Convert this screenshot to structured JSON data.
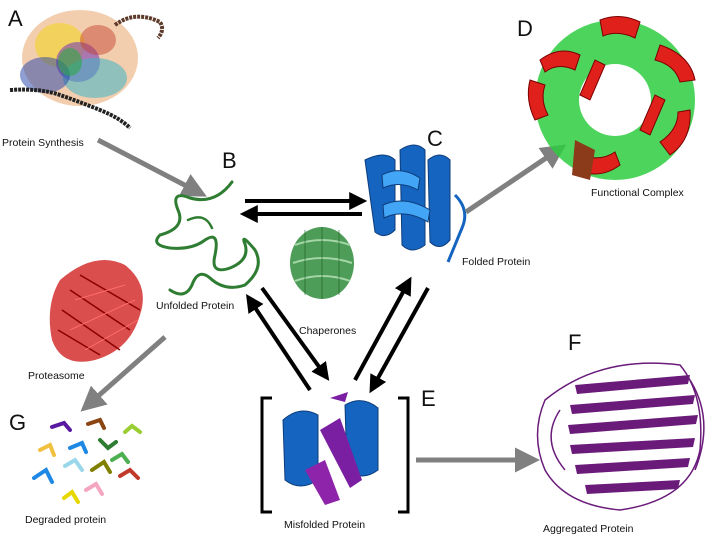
{
  "panels": {
    "A": {
      "letter": "A",
      "caption": "Protein Synthesis"
    },
    "B": {
      "letter": "B",
      "caption": "Unfolded Protein"
    },
    "C": {
      "letter": "C",
      "caption": "Folded Protein"
    },
    "D": {
      "letter": "D",
      "caption": "Functional Complex"
    },
    "E": {
      "letter": "E",
      "caption": "Misfolded Protein"
    },
    "F": {
      "letter": "F",
      "caption": "Aggregated Protein"
    },
    "G": {
      "letter": "G",
      "caption": "Degraded protein"
    }
  },
  "labels": {
    "chaperones": "Chaperones",
    "proteasome": "Proteasome"
  },
  "colors": {
    "synthesis_ribosome": "#e8a56b",
    "unfolded": "#2e7d32",
    "folded": "#1565c0",
    "complex_red": "#e0201b",
    "complex_green": "#2ecc40",
    "complex_brown": "#8b3a1a",
    "misfolded_helix": "#1565c0",
    "misfolded_strand": "#7b1fa2",
    "aggregate": "#6a1b7a",
    "chaperone": "#2e8b3a",
    "proteasome": "#d32f2f",
    "arrow_gray": "#808080",
    "arrow_black": "#000000"
  }
}
